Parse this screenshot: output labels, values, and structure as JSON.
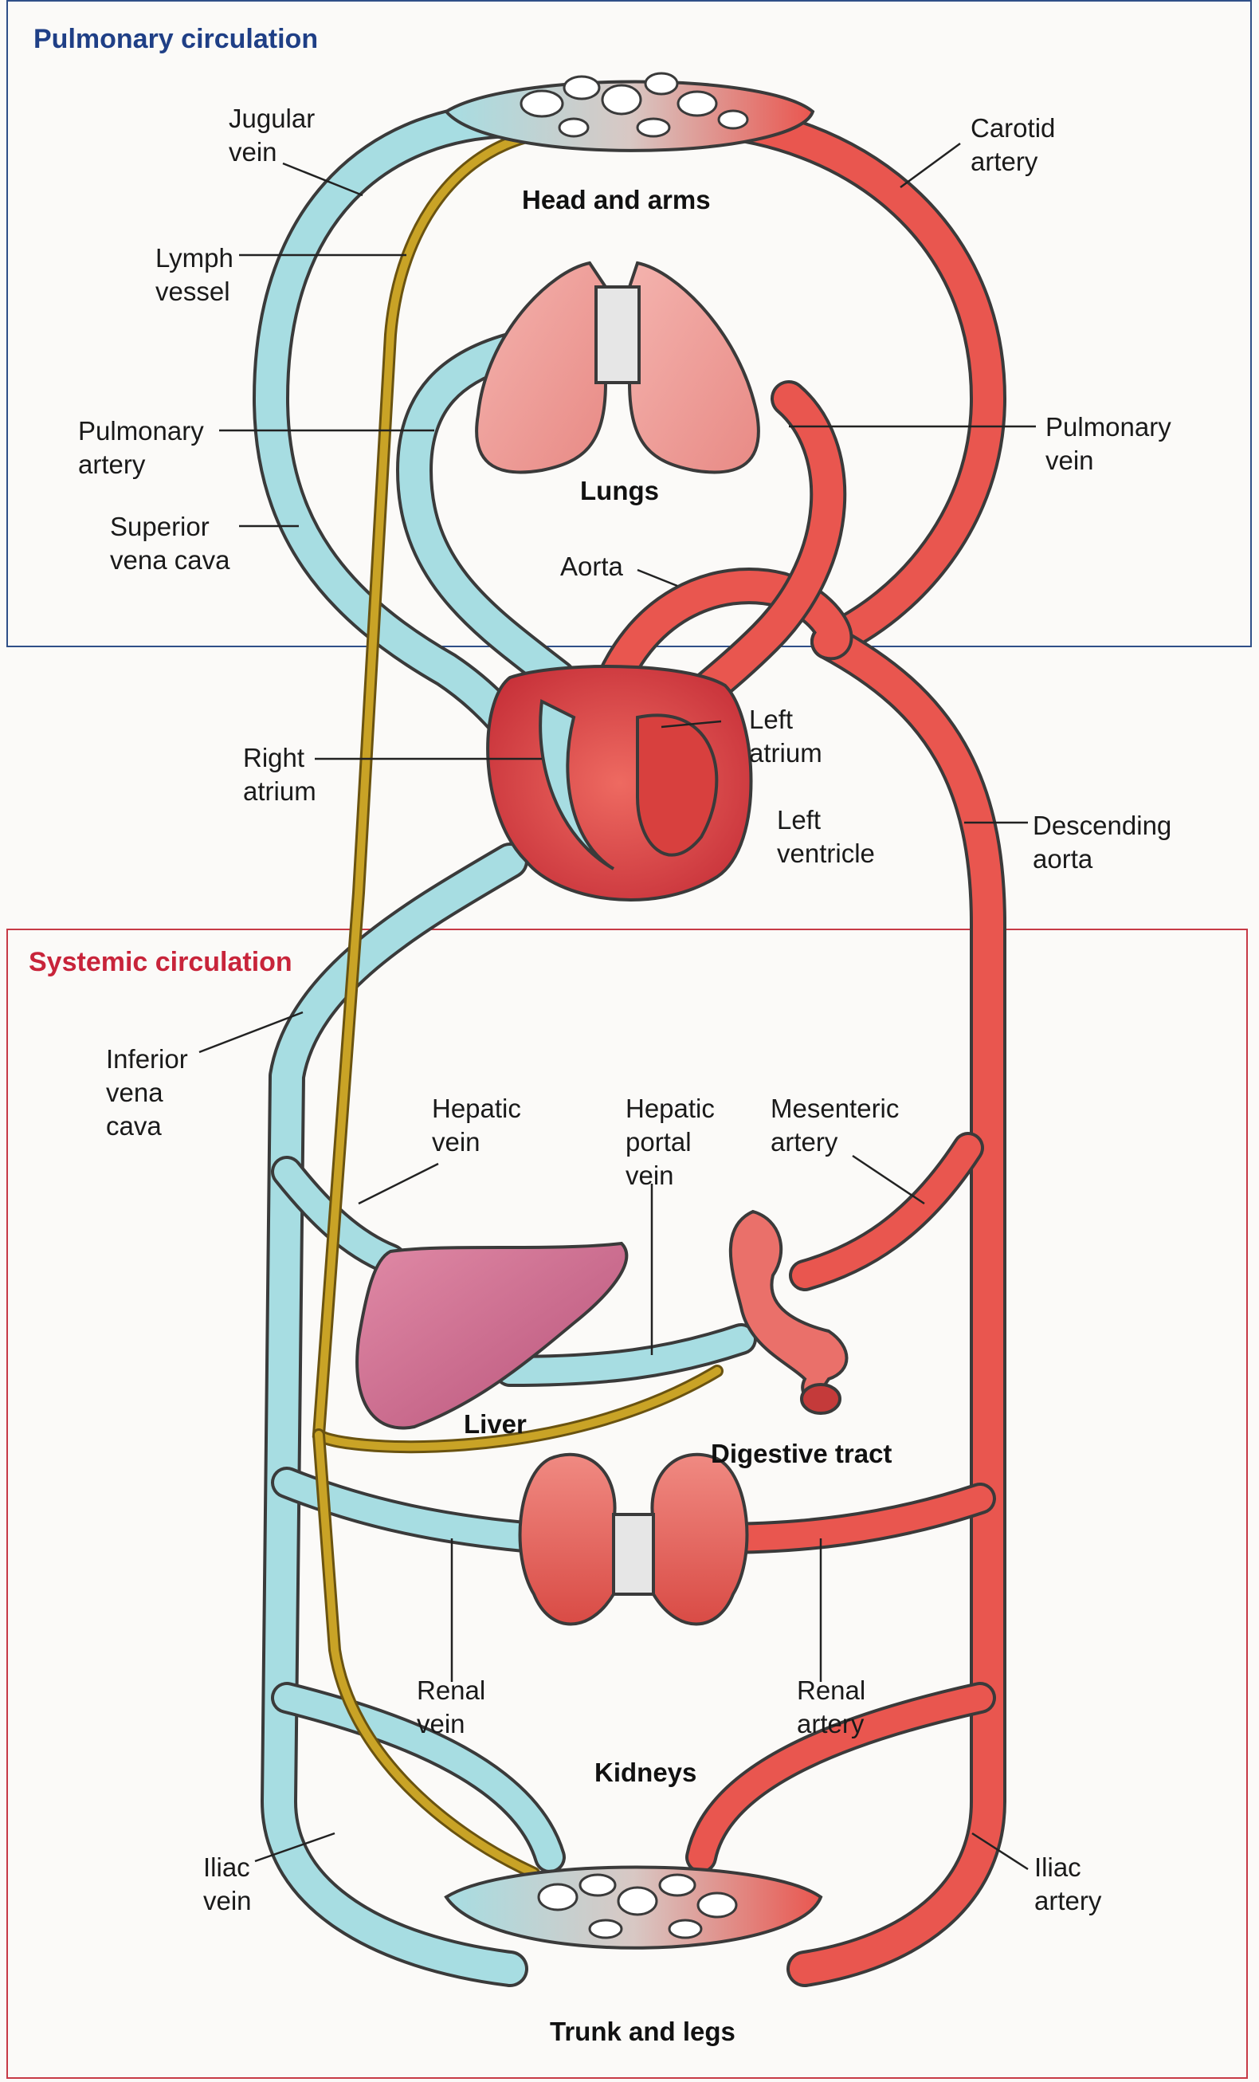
{
  "titles": {
    "pulmonary": "Pulmonary circulation",
    "systemic": "Systemic circulation"
  },
  "organs": {
    "head_arms": "Head and arms",
    "lungs": "Lungs",
    "liver": "Liver",
    "digestive": "Digestive tract",
    "kidneys": "Kidneys",
    "trunk_legs": "Trunk and legs"
  },
  "labels": {
    "jugular_vein": [
      "Jugular",
      "vein"
    ],
    "lymph_vessel": [
      "Lymph",
      "vessel"
    ],
    "pulmonary_artery": [
      "Pulmonary",
      "artery"
    ],
    "superior_vena_cava": [
      "Superior",
      "vena cava"
    ],
    "carotid_artery": [
      "Carotid",
      "artery"
    ],
    "pulmonary_vein": [
      "Pulmonary",
      "vein"
    ],
    "aorta": [
      "Aorta"
    ],
    "left_atrium": [
      "Left",
      "atrium"
    ],
    "right_atrium": [
      "Right",
      "atrium"
    ],
    "left_ventricle": [
      "Left",
      "ventricle"
    ],
    "descending_aorta": [
      "Descending",
      "aorta"
    ],
    "inferior_vena_cava": [
      "Inferior",
      "vena",
      "cava"
    ],
    "hepatic_vein": [
      "Hepatic",
      "vein"
    ],
    "hepatic_portal_vein": [
      "Hepatic",
      "portal",
      "vein"
    ],
    "mesenteric_artery": [
      "Mesenteric",
      "artery"
    ],
    "renal_vein": [
      "Renal",
      "vein"
    ],
    "renal_artery": [
      "Renal",
      "artery"
    ],
    "iliac_vein": [
      "Iliac",
      "vein"
    ],
    "iliac_artery": [
      "Iliac",
      "artery"
    ]
  },
  "colors": {
    "vein": "#a7dde2",
    "artery": "#e9564f",
    "lymph": "#c9a326",
    "outline": "#3a3a3a",
    "pulmonary_border": "#2f4f88",
    "systemic_border": "#c73a46"
  }
}
